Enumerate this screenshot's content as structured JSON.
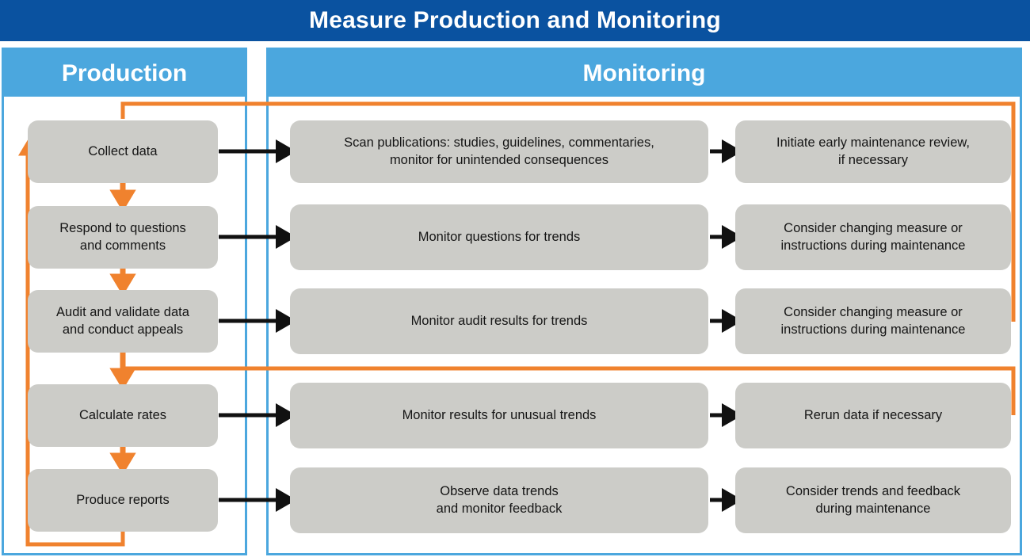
{
  "header": {
    "title": "Measure Production and Monitoring",
    "bar_color": "#0a52a0"
  },
  "panels": [
    {
      "id": "production",
      "title": "Production",
      "header_color": "#4ba7de",
      "border_color": "#4ba7de"
    },
    {
      "id": "monitoring",
      "title": "Monitoring",
      "header_color": "#4ba7de",
      "border_color": "#4ba7de"
    }
  ],
  "colors": {
    "node_fill": "#ccccc8",
    "node_text": "#151515",
    "flow_arrow": "#111111",
    "feedback_arrow": "#f0822e",
    "title_bar": "#0a52a0",
    "panel_header": "#4ba7de"
  },
  "production_steps": [
    {
      "id": "collect-data",
      "label": "Collect data"
    },
    {
      "id": "respond-to-questions",
      "label": "Respond to questions\nand comments"
    },
    {
      "id": "audit-and-validate",
      "label": "Audit and validate data\nand conduct appeals"
    },
    {
      "id": "calculate-rates",
      "label": "Calculate rates"
    },
    {
      "id": "produce-reports",
      "label": "Produce reports"
    }
  ],
  "monitoring_activities": [
    {
      "id": "scan-publications",
      "label": "Scan publications: studies, guidelines, commentaries,\nmonitor for unintended consequences"
    },
    {
      "id": "monitor-questions",
      "label": "Monitor questions for trends"
    },
    {
      "id": "monitor-audit-results",
      "label": "Monitor audit results for trends"
    },
    {
      "id": "monitor-results-unusual",
      "label": "Monitor results for unusual trends"
    },
    {
      "id": "observe-data-trends",
      "label": "Observe data trends\nand monitor feedback"
    }
  ],
  "monitoring_outcomes": [
    {
      "id": "initiate-early-review",
      "label": "Initiate early maintenance review,\nif necessary"
    },
    {
      "id": "consider-changing-measure-1",
      "label": "Consider changing measure or\ninstructions during maintenance"
    },
    {
      "id": "consider-changing-measure-2",
      "label": "Consider changing measure or\ninstructions during maintenance"
    },
    {
      "id": "rerun-data",
      "label": "Rerun data if necessary"
    },
    {
      "id": "consider-trends-feedback",
      "label": "Consider trends and feedback\nduring maintenance"
    }
  ],
  "icons": {
    "flow_arrow": "right-arrow-icon",
    "down_arrow": "down-arrow-icon",
    "feedback_loop": "feedback-loop-icon"
  }
}
